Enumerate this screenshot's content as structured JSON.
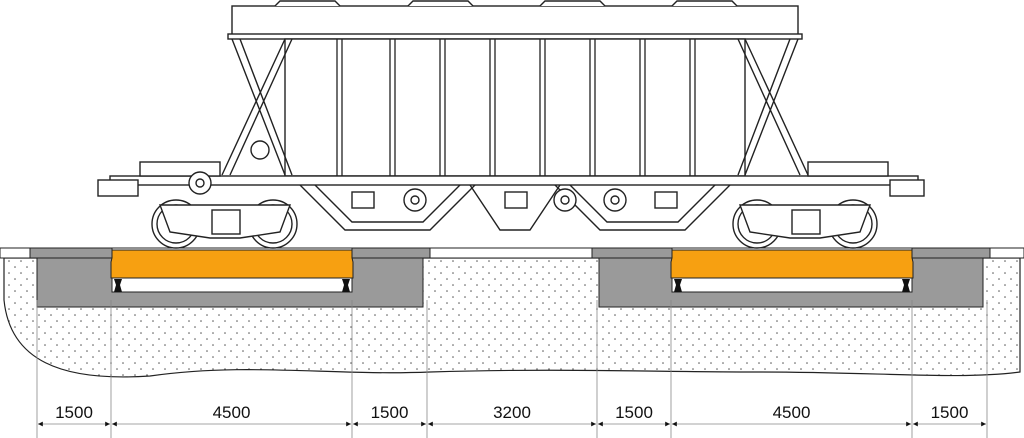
{
  "diagram": {
    "subject": "hopper-car-on-two-platform-scale",
    "colors": {
      "platform": "#f7a011",
      "concrete": "#9a9a9a",
      "soil_dots": "#555555",
      "outline": "#222222"
    },
    "dimensions": [
      "1500",
      "4500",
      "1500",
      "3200",
      "1500",
      "4500",
      "1500"
    ]
  }
}
